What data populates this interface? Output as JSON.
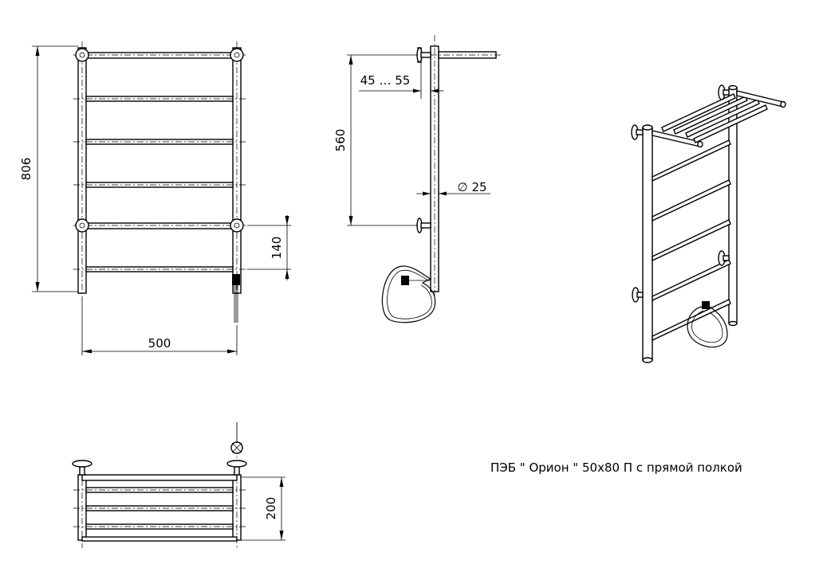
{
  "dimensions": {
    "total_height": "806",
    "width": "500",
    "lower_spacing": "140",
    "mount_spacing": "560",
    "wall_offset": "45 … 55",
    "tube_diameter": "25",
    "diameter_symbol": "∅",
    "shelf_depth": "200"
  },
  "title": "ПЭБ \" Орион \" 50x80 П с прямой полкой",
  "colors": {
    "line": "#000000",
    "background": "#ffffff"
  }
}
